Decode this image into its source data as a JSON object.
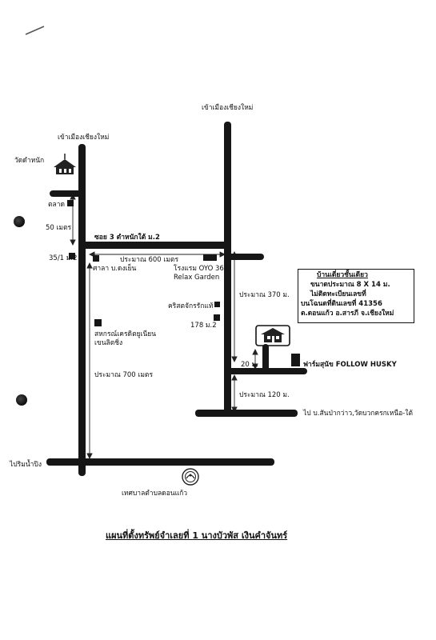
{
  "labels": {
    "to_chiangmai_left": "เข้าเมืองเชียงใหม่",
    "to_chiangmai_right": "เข้าเมืองเชียงใหม่",
    "temple": "วัดดำหนัก",
    "market": "ตลาด",
    "dist_50": "50 เมตร",
    "soi3": "ซอย 3 ตำหนักใต้ ม.2",
    "addr_35_1": "35/1 ม.2",
    "pavilion": "ศาลา บ.ดงเย็น",
    "dist_600": "ประมาณ 600 เมตร",
    "hotel_line1": "โรงแรม OYO 361",
    "hotel_line2": "Relax Garden",
    "church": "คริสตจักรรักแท้",
    "addr_178": "178 ม.2",
    "coop_line1": "สหกรณ์เครดิตยูเนียน",
    "coop_line2": "เขนลิตชิ่ง",
    "dist_370": "ประมาณ 370 ม.",
    "dist_700": "ประมาณ 700 เมตร",
    "dist_20": "20 ม.",
    "farm": "ฟาร์มสุนัข FOLLOW HUSKY",
    "dist_120": "ประมาณ 120 ม.",
    "to_sanpakwan": "ไป บ.สันป่ากว่าว,วัดบวกครกเหนือ-ใต้",
    "to_ping": "ไปริมน้ำปิง",
    "municipality": "เทศบาลตำบลดอนแก้ว"
  },
  "info_box": {
    "line1": "บ้านเดี่ยวชั้นเดียว",
    "line2": "ขนาดประมาณ 8 X 14 ม.",
    "line3": "ไม่ติดทะเบียนเลขที่",
    "line4": "บนโฉนดที่ดินเลขที่ 41356",
    "line5": "ต.ดอนแก้ว อ.สารภี จ.เชียงใหม่"
  },
  "title": "แผนที่ตั้งทรัพย์จำเลยที่ 1 นางบัวพัส เงินคำจันทร์",
  "icons": [
    "temple-icon",
    "house-icon",
    "municipality-seal-icon"
  ],
  "colors": {
    "road": "#161616",
    "paper": "#ffffff"
  }
}
